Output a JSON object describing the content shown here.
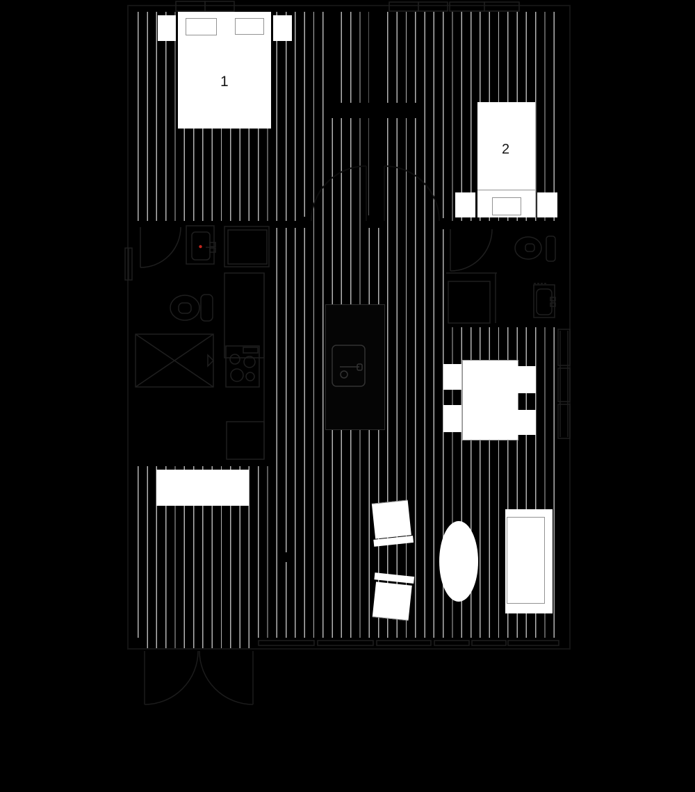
{
  "labels": {
    "bedroom_1": "1",
    "bedroom_2": "2"
  },
  "colors": {
    "background": "#000000",
    "floorboard-line": "#b4b4b4",
    "furniture-fill": "#ffffff",
    "furniture-outline": "#929292",
    "fixture-stroke": "#1f1f1f",
    "island-detail": "#333333",
    "door-stroke": "#0d0d0d",
    "entry-stroke": "#1c1c1c",
    "island-fill": "#050505",
    "island-outline": "#2d2d2d",
    "label-color": "#151515",
    "red-marker": "#c2261d"
  },
  "fixtures": [
    "double-bed",
    "single-bed",
    "nightstand",
    "pillow",
    "closet-wall",
    "interior-door",
    "entry-french-doors",
    "toilet",
    "bathroom-vanity",
    "shower",
    "washer-dryer",
    "refrigerator",
    "cooktop",
    "kitchen-counter",
    "kitchen-island-sink",
    "dining-table",
    "dining-chair",
    "storage-cabinets",
    "sofa",
    "coffee-table",
    "armchair",
    "console",
    "window"
  ]
}
